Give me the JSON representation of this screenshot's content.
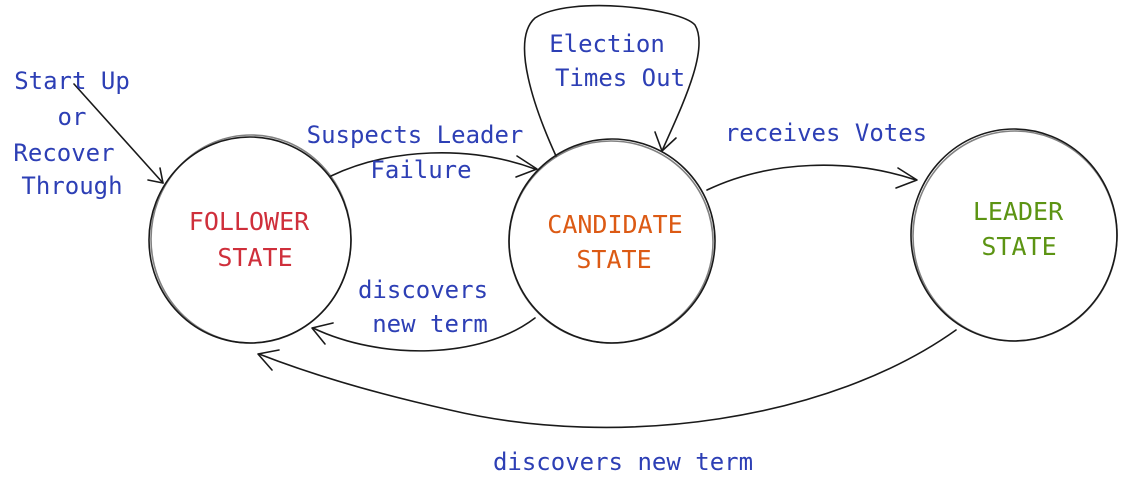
{
  "colors": {
    "ink": "#1a1a1a",
    "label_blue": "#2d3fb5",
    "follower_red": "#cf2f3b",
    "candidate_orange": "#dc5a14",
    "leader_green": "#5c9413"
  },
  "states": {
    "follower": {
      "line1": "FOLLOWER",
      "line2": "STATE"
    },
    "candidate": {
      "line1": "CANDIDATE",
      "line2": "STATE"
    },
    "leader": {
      "line1": "LEADER",
      "line2": "STATE"
    }
  },
  "transitions": {
    "startup": {
      "line1": "Start Up",
      "line2": "or",
      "line3": "Recover",
      "line4": "Through"
    },
    "suspects": {
      "line1": "Suspects Leader",
      "line2": "Failure"
    },
    "election_timeout": {
      "line1": "Election",
      "line2": "Times Out"
    },
    "receives_votes": {
      "line1": "receives Votes"
    },
    "candidate_discovers": {
      "line1": "discovers",
      "line2": "new term"
    },
    "leader_discovers": {
      "line1": "discovers new term"
    }
  }
}
